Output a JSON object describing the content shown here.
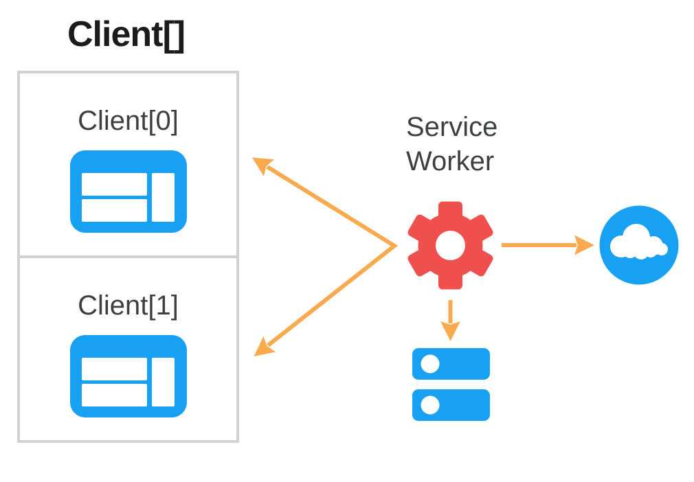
{
  "colors": {
    "blue": "#18A1F2",
    "red": "#F0504D",
    "orange": "#F9A94E",
    "text-dark": "#3C4043",
    "title-dark": "#1B1B1B",
    "border-gray": "#D2D2D2",
    "background": "#FFFFFF"
  },
  "diagram": {
    "title": "Client[]",
    "clients": [
      {
        "label": "Client[0]",
        "icon": "browser-window-icon"
      },
      {
        "label": "Client[1]",
        "icon": "browser-window-icon"
      }
    ],
    "service_worker": {
      "label": "Service Worker",
      "icon": "gear-icon"
    },
    "network": {
      "icon": "cloud-icon"
    },
    "storage": {
      "icon": "database-icon"
    },
    "edges": [
      {
        "from": "service-worker",
        "to": "client-0",
        "style": "orange-arrow"
      },
      {
        "from": "service-worker",
        "to": "client-1",
        "style": "orange-arrow"
      },
      {
        "from": "service-worker",
        "to": "cloud-network",
        "style": "orange-arrow"
      },
      {
        "from": "service-worker",
        "to": "database-storage",
        "style": "orange-arrow"
      }
    ]
  }
}
